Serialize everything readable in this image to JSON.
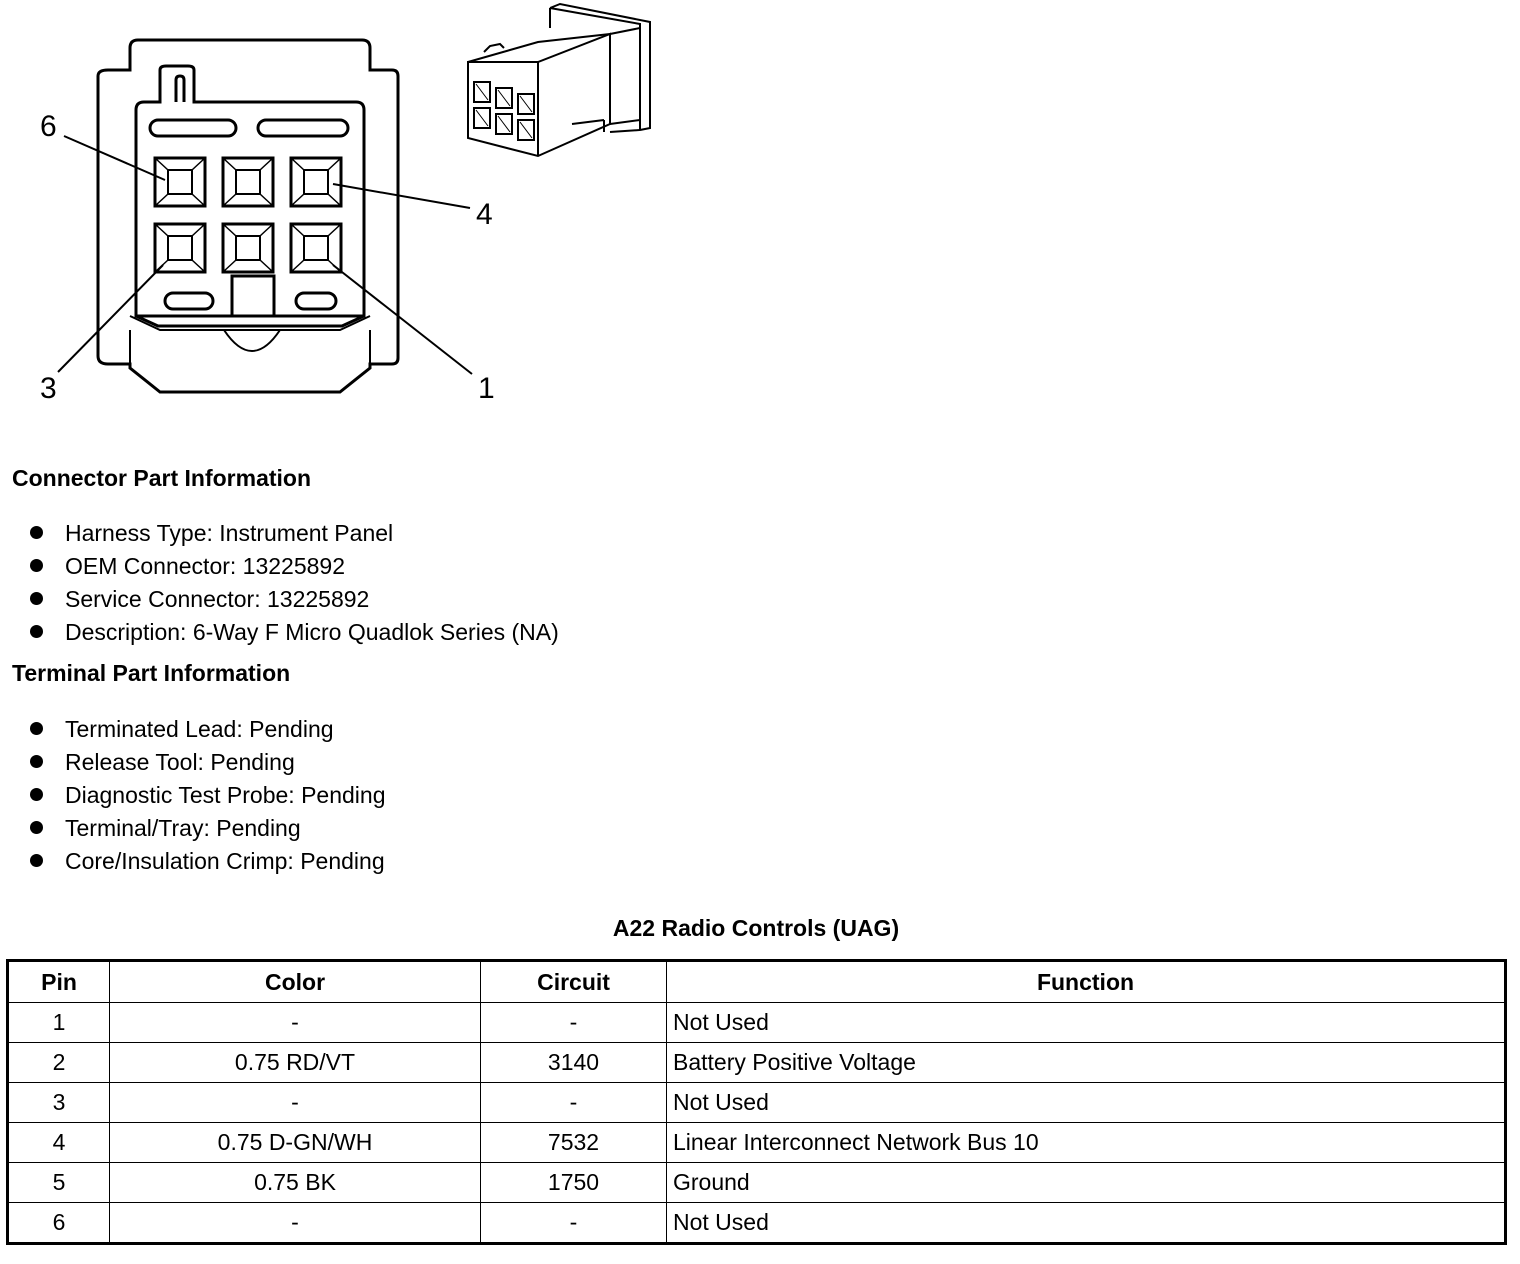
{
  "diagram": {
    "pin_callouts": [
      "6",
      "4",
      "3",
      "1"
    ]
  },
  "connector_info": {
    "title": "Connector Part Information",
    "items": [
      "Harness Type: Instrument Panel",
      "OEM Connector: 13225892",
      "Service Connector: 13225892",
      "Description: 6-Way F Micro Quadlok Series (NA)"
    ]
  },
  "terminal_info": {
    "title": "Terminal Part Information",
    "items": [
      "Terminated Lead: Pending",
      "Release Tool: Pending",
      "Diagnostic Test Probe: Pending",
      "Terminal/Tray: Pending",
      "Core/Insulation Crimp: Pending"
    ]
  },
  "table": {
    "title": "A22 Radio Controls (UAG)",
    "headers": [
      "Pin",
      "Color",
      "Circuit",
      "Function"
    ],
    "rows": [
      [
        "1",
        "-",
        "-",
        "Not Used"
      ],
      [
        "2",
        "0.75 RD/VT",
        "3140",
        "Battery Positive Voltage"
      ],
      [
        "3",
        "-",
        "-",
        "Not Used"
      ],
      [
        "4",
        "0.75 D-GN/WH",
        "7532",
        "Linear Interconnect Network Bus 10"
      ],
      [
        "5",
        "0.75 BK",
        "1750",
        "Ground"
      ],
      [
        "6",
        "-",
        "-",
        "Not Used"
      ]
    ]
  }
}
